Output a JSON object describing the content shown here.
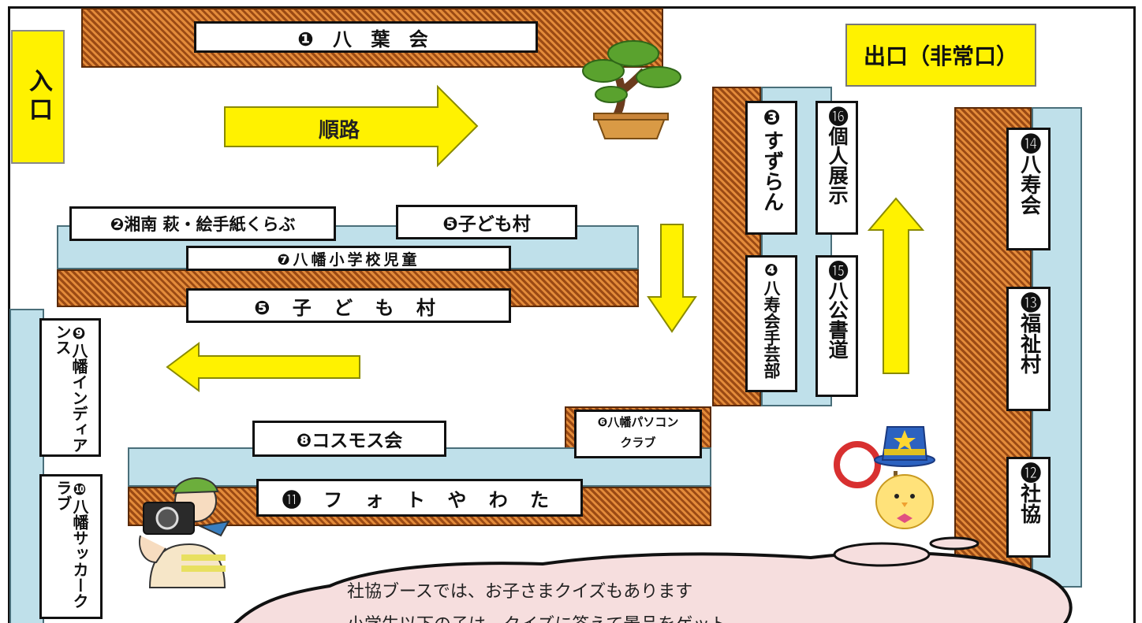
{
  "entrance": "入口",
  "exit": "出口（非常口）",
  "route_label": "順路",
  "booths": {
    "b1": "❶ 八 葉 会",
    "b2": "❷湘南 萩・絵手紙くらぶ",
    "b3": "❸すずらん",
    "b4": "❹八寿会手芸部",
    "b5a": "❺子ども村",
    "b5b": "❺ 子 ど も 村",
    "b6_line1": "❻八幡パソコン",
    "b6_line2": "クラブ",
    "b7": "❼八幡小学校児童",
    "b8": "❽コスモス会",
    "b9": "❾八幡インディアンス",
    "b10": "❿八幡サッカークラブ",
    "b11": "⓫ フ ォ ト や わ た",
    "b12": "⓬社協",
    "b13": "⓭福祉村",
    "b14": "⓮八寿会",
    "b15": "⓯八公書道",
    "b16": "⓰個人展示"
  },
  "bubble": {
    "line1": "社協ブースでは、お子さまクイズもあります",
    "line2": "小学生以下の子は、クイズに答えて景品をゲット"
  },
  "icons": [
    "bonsai-icon",
    "photographer-icon",
    "mascot-chick-icon",
    "arrow-icon"
  ],
  "colors": {
    "hatch": "#9b4a14",
    "table_blue": "#bfe0ea",
    "highlight_yellow": "#fff200",
    "bubble": "#f6dede"
  }
}
